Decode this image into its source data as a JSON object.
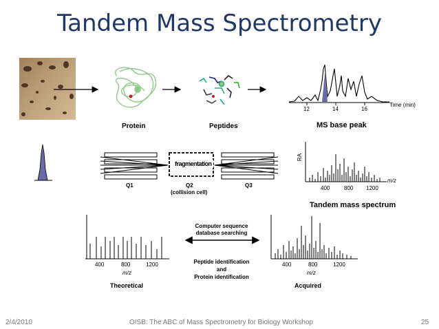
{
  "slide": {
    "title": "Tandem Mass Spectrometry"
  },
  "labels": {
    "protein": "Protein",
    "peptides": "Peptides",
    "ms_base_peak": "MS base peak",
    "time_axis": "Time (min)",
    "time_ticks": [
      "12",
      "14",
      "16"
    ],
    "q1": "Q1",
    "q2": "Q2",
    "collision_cell": "(collision cell)",
    "q3": "Q3",
    "fragmentation": "fragmentation",
    "ra": "RA",
    "mz": "m/z",
    "mz_ticks": [
      "400",
      "800",
      "1200"
    ],
    "tandem_mass_spectrum": "Tandem mass spectrum",
    "computer_search_line1": "Computer sequence",
    "computer_search_line2": "database searching",
    "peptide_id_line1": "Peptide identification",
    "peptide_id_line2": "and",
    "peptide_id_line3": "Protein identification",
    "theoretical": "Theoretical",
    "acquired": "Acquired"
  },
  "footer": {
    "date": "2/4/2010",
    "workshop": "OISB: The ABC of Mass Spectrometry for Biology Workshop",
    "page": "25"
  },
  "colors": {
    "title": "#1f3864",
    "protein_strand": "#8fc98a",
    "peak_fill": "#6a6aa8"
  }
}
